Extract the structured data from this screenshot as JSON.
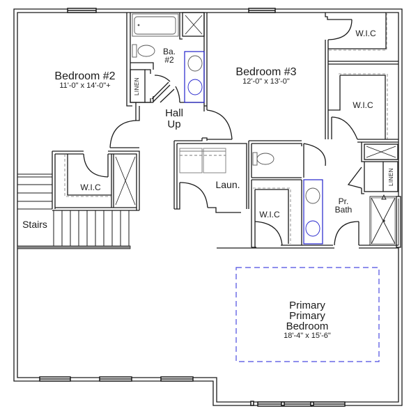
{
  "floorplan": {
    "colors": {
      "wall": "#1a1a1a",
      "fixture": "#555555",
      "accent_blue": "#2222cc",
      "tray_ceiling": "#4a4ae0",
      "background": "#ffffff"
    },
    "rooms": {
      "bedroom2": {
        "name": "Bedroom #2",
        "dimensions": "11'-0\" x 14'-0\"+"
      },
      "bath2": {
        "name_line1": "Ba.",
        "name_line2": "#2"
      },
      "bath2_linen": {
        "name": "LINEN"
      },
      "hall": {
        "name_line1": "Hall",
        "name_line2": "Up"
      },
      "bedroom3": {
        "name": "Bedroom #3",
        "dimensions": "12'-0\" x 13'-0\""
      },
      "bedroom3_wic": {
        "name": "W.I.C"
      },
      "primary_wic_upper": {
        "name": "W.I.C"
      },
      "bedroom2_wic": {
        "name": "W.I.C"
      },
      "stairs": {
        "name": "Stairs"
      },
      "laundry": {
        "name": "Laun."
      },
      "primary_wic_lower": {
        "name": "W.I.C"
      },
      "primary_bath": {
        "name_line1": "Pr.",
        "name_line2": "Bath"
      },
      "primary_linen": {
        "name": "LINEN"
      },
      "primary_bedroom": {
        "name_line1": "Primary",
        "name_line2": "Primary",
        "name_line3": "Bedroom",
        "dimensions": "18'-4\" x 15'-6\""
      }
    }
  }
}
